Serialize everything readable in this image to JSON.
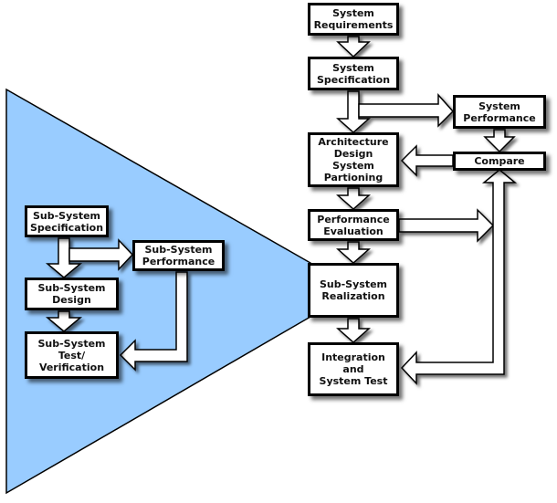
{
  "colors": {
    "subsystem_region_fill": "#99ccff",
    "box_fill": "#ffffff",
    "outline": "#000000"
  },
  "system_flow": {
    "requirements": "System\nRequirements",
    "specification": "System\nSpecification",
    "performance": "System\nPerformance",
    "compare": "Compare",
    "architecture": "Architecture\nDesign\nSystem\nPartioning",
    "performance_evaluation": "Performance\nEvaluation",
    "subsystem_realization": "Sub-System\nRealization",
    "integration": "Integration\nand\nSystem Test"
  },
  "subsystem_flow": {
    "specification": "Sub-System\nSpecification",
    "performance": "Sub-System\nPerformance",
    "design": "Sub-System\nDesign",
    "test": "Sub-System\nTest/\nVerification"
  }
}
